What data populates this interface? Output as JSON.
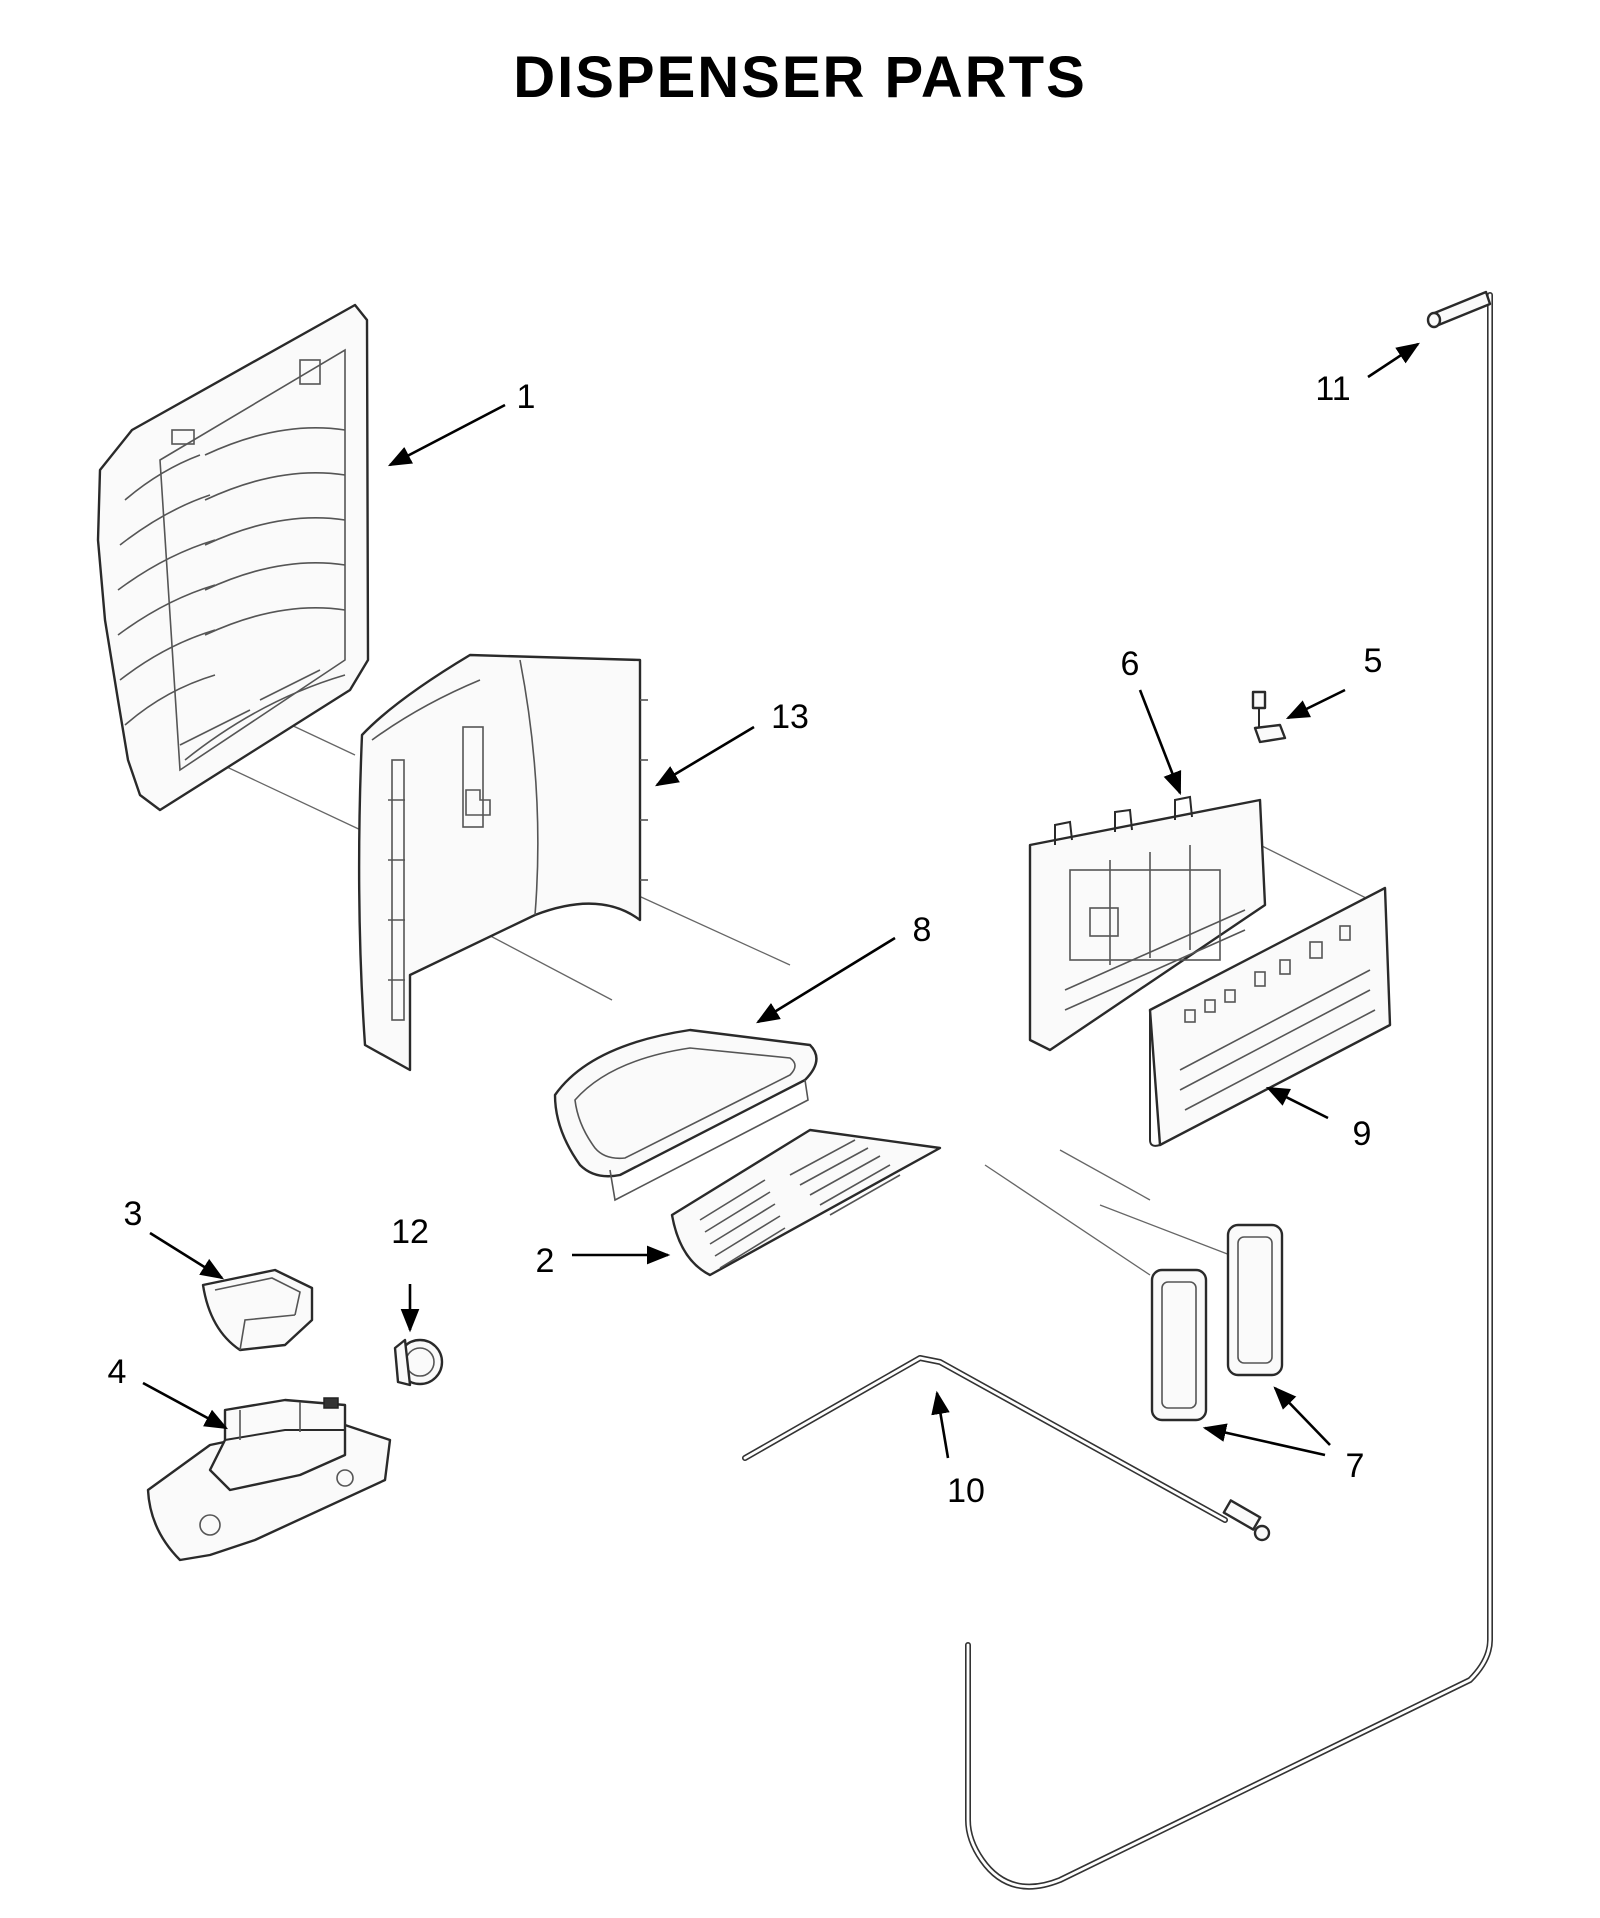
{
  "title": "DISPENSER PARTS",
  "callouts": [
    {
      "id": "1",
      "text": "1"
    },
    {
      "id": "2",
      "text": "2"
    },
    {
      "id": "3",
      "text": "3"
    },
    {
      "id": "4",
      "text": "4"
    },
    {
      "id": "5",
      "text": "5"
    },
    {
      "id": "6",
      "text": "6"
    },
    {
      "id": "7",
      "text": "7"
    },
    {
      "id": "8",
      "text": "8"
    },
    {
      "id": "9",
      "text": "9"
    },
    {
      "id": "10",
      "text": "10"
    },
    {
      "id": "11",
      "text": "11"
    },
    {
      "id": "12",
      "text": "12"
    },
    {
      "id": "13",
      "text": "13"
    }
  ]
}
